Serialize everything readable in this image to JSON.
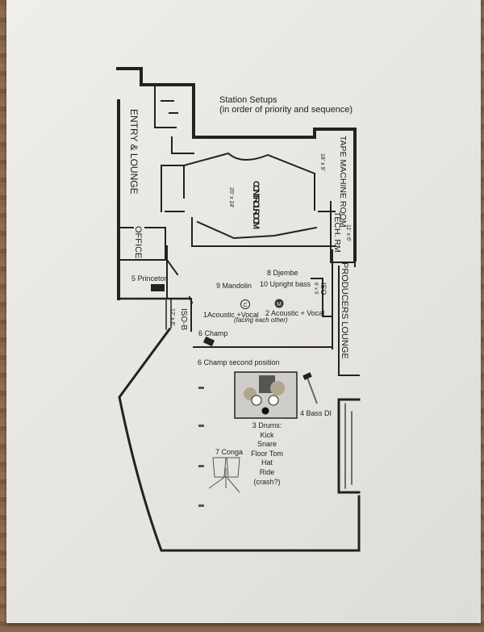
{
  "header": {
    "title": "Station Setups",
    "subtitle": "(in order of priority and sequence)"
  },
  "rooms": {
    "entry_lounge": "ENTRY & LOUNGE",
    "office": "OFFICE",
    "control_room": "CONTROL ROOM",
    "control_room_size": "20' x 24'",
    "tape_machine_room": "TAPE MACHINE ROOM",
    "tape_machine_size": "18' x 9'",
    "tech_room": "TECH. RM",
    "tech_room_size": "11' x 6'",
    "producers_lounge": "PRODUCERS LOUNGE",
    "iso": "ISO",
    "iso_size": "8' x 5'",
    "iso_b": "ISO-B",
    "iso_b_size": "12' x 6'"
  },
  "stations": {
    "princeton": "5 Princeton",
    "djembe": "8 Djembe",
    "mandolin": "9 Mandolin",
    "upright_bass": "10 Upright bass",
    "symbol_c": "C",
    "symbol_m": "M",
    "acoustic1": "1Acoustic +Vocal",
    "acoustic2": "2 Acoustic + Vocal",
    "facing": "(facing each other)",
    "champ": "6 Champ",
    "champ2": "6 Champ second position",
    "bass_di": "4 Bass DI",
    "drums": [
      "3 Drums:",
      "Kick",
      "Snare",
      "Floor Tom",
      "Hat",
      "Ride",
      "(crash?)"
    ],
    "conga": "7 Conga"
  }
}
